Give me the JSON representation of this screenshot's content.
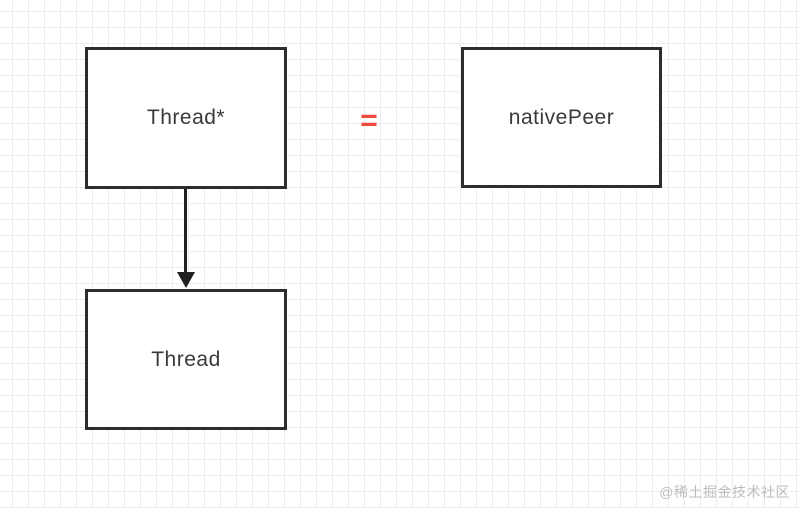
{
  "diagram": {
    "nodes": {
      "thread_ptr": {
        "label": "Thread*"
      },
      "native_peer": {
        "label": "nativePeer"
      },
      "thread": {
        "label": "Thread"
      }
    },
    "operator": {
      "symbol": "="
    },
    "watermark": "@稀土掘金技术社区",
    "colors": {
      "node_border": "#2d2d2d",
      "node_fill": "#ffffff",
      "text": "#3a3a3a",
      "operator": "#ec4b40",
      "arrow": "#1f1f1f",
      "grid": "#ededed",
      "watermark": "#bdbdbd"
    }
  }
}
